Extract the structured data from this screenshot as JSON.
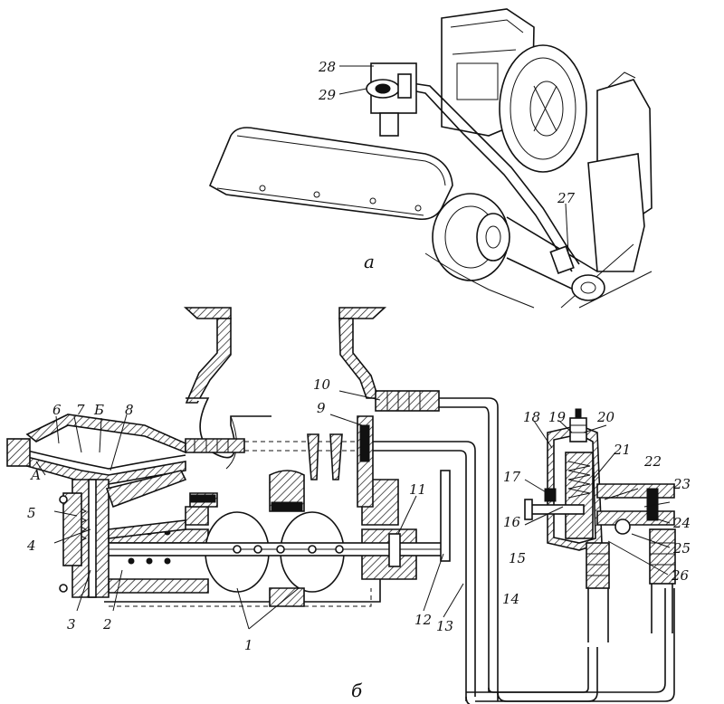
{
  "caption_a": "а",
  "caption_b": "б",
  "callouts": {
    "c1": "1",
    "c2": "2",
    "c3": "3",
    "c4": "4",
    "c5": "5",
    "c6": "6",
    "c7": "7",
    "c8": "8",
    "c9": "9",
    "c10": "10",
    "c11": "11",
    "c12": "12",
    "c13": "13",
    "c14": "14",
    "c15": "15",
    "c16": "16",
    "c17": "17",
    "c18": "18",
    "c19": "19",
    "c20": "20",
    "c21": "21",
    "c22": "22",
    "c23": "23",
    "c24": "24",
    "c25": "25",
    "c26": "26",
    "c27": "27",
    "c28": "28",
    "c29": "29",
    "cA": "А",
    "cB": "Б"
  }
}
